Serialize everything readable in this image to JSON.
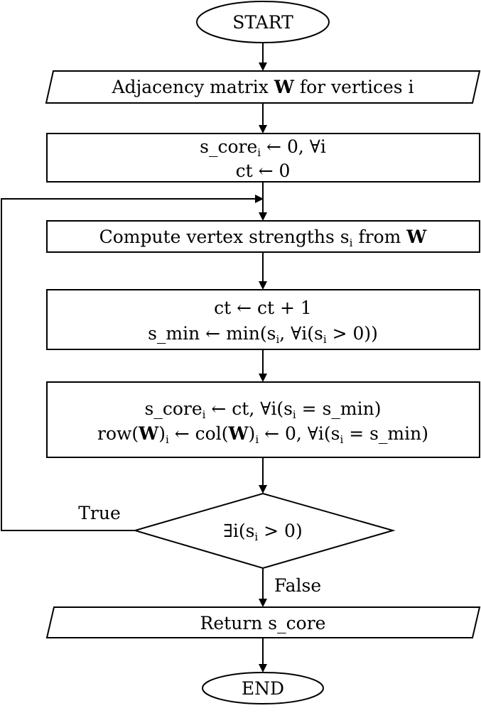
{
  "nodes": {
    "start": {
      "label": "START"
    },
    "input": {
      "prefix": "Adjacency matrix ",
      "matrix": "W",
      "suffix": " for vertices i"
    },
    "init": {
      "l1_var": "s_core",
      "l1_sub": "i",
      "l1_rest": " ← 0, ∀i",
      "l2": "ct ← 0"
    },
    "compute": {
      "prefix": "Compute vertex strengths s",
      "sub": "i",
      "mid": " from ",
      "matrix": "W"
    },
    "update_min": {
      "l1": "ct ← ct + 1",
      "l2_a": "s_min ← min(s",
      "l2_sub1": "i",
      "l2_b": ", ∀i(s",
      "l2_sub2": "i",
      "l2_c": " > 0))"
    },
    "assign": {
      "l1_a": "s_core",
      "l1_sub1": "i",
      "l1_b": " ← ct, ∀i(s",
      "l1_sub2": "i",
      "l1_c": " = s_min)",
      "l2_a": "row(",
      "l2_w1": "W",
      "l2_b": ")",
      "l2_sub1": "i",
      "l2_c": " ← col(",
      "l2_w2": "W",
      "l2_d": ")",
      "l2_sub2": "i",
      "l2_e": " ← 0, ∀i(s",
      "l2_sub3": "i",
      "l2_f": " = s_min)"
    },
    "decision": {
      "a": "∃i(s",
      "sub": "i",
      "b": " > 0)"
    },
    "output": {
      "label": "Return s_core"
    },
    "end": {
      "label": "END"
    }
  },
  "edge_labels": {
    "true": "True",
    "false": "False"
  }
}
